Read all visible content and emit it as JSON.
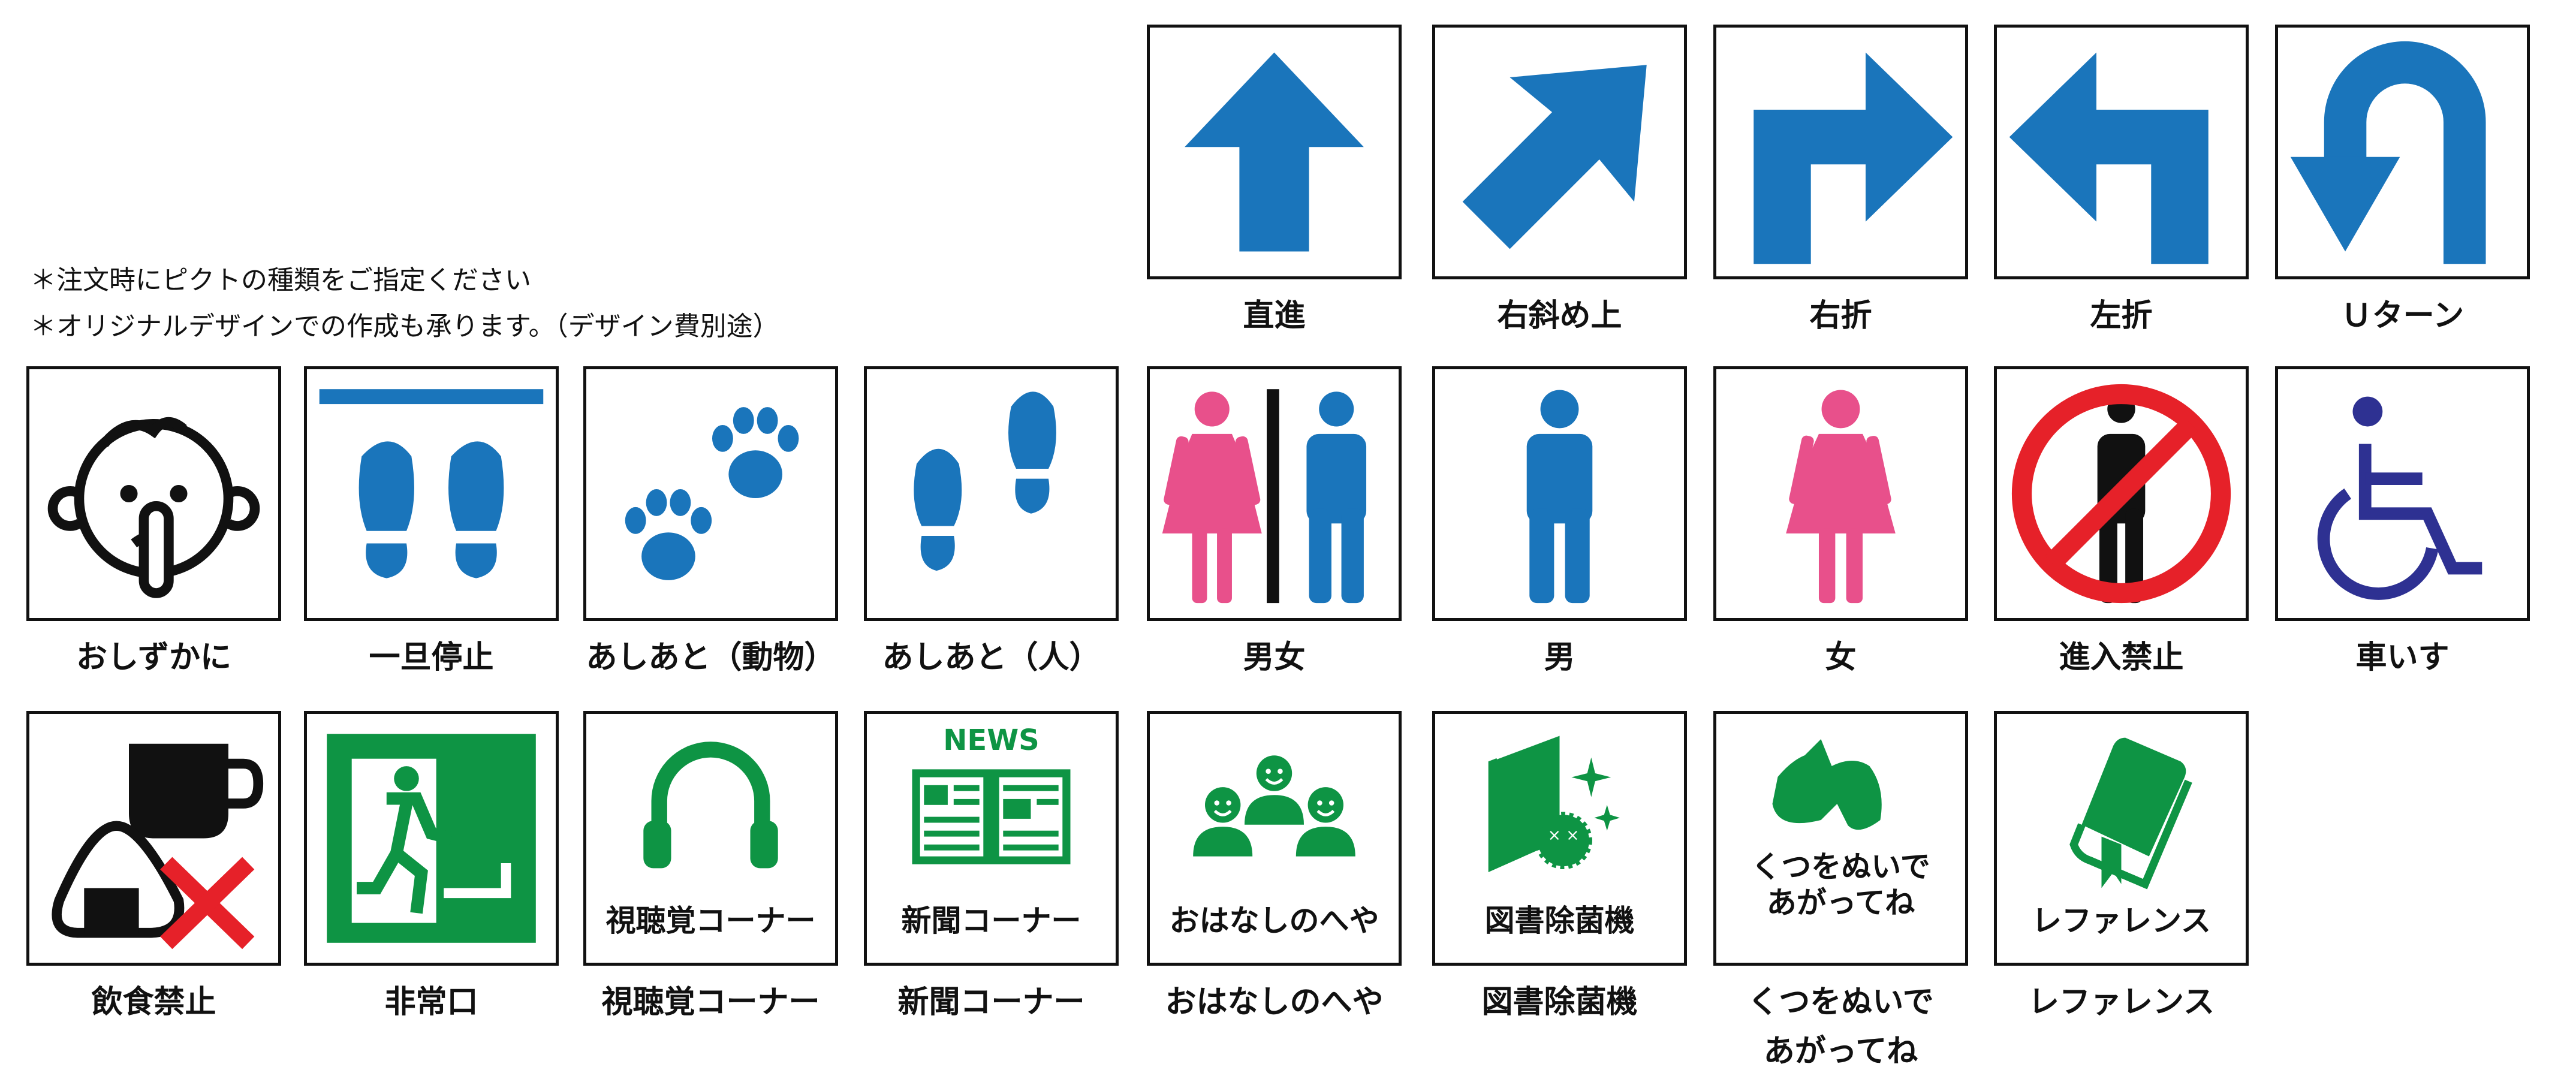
{
  "notes": [
    "＊注文時にピクトの種類をご指定ください",
    "＊オリジナルデザインでの作成も承ります。（デザイン費別途）"
  ],
  "colors": {
    "blue": "#1a75bb",
    "pink": "#e8508b",
    "green": "#0e9444",
    "red": "#e62129",
    "navy": "#2e3192",
    "black": "#111111"
  },
  "rows": [
    [
      {
        "label": "直進",
        "icon": "arrow-up-icon"
      },
      {
        "label": "右斜め上",
        "icon": "arrow-up-right-icon"
      },
      {
        "label": "右折",
        "icon": "arrow-turn-right-icon"
      },
      {
        "label": "左折",
        "icon": "arrow-turn-left-icon"
      },
      {
        "label": "Ｕターン",
        "icon": "u-turn-icon"
      }
    ],
    [
      {
        "label": "おしずかに",
        "icon": "shush-face-icon"
      },
      {
        "label": "一旦停止",
        "icon": "stop-footprints-icon"
      },
      {
        "label": "あしあと（動物）",
        "icon": "paw-prints-icon"
      },
      {
        "label": "あしあと（人）",
        "icon": "footprints-icon"
      },
      {
        "label": "男女",
        "icon": "restroom-icon"
      },
      {
        "label": "男",
        "icon": "man-icon"
      },
      {
        "label": "女",
        "icon": "woman-icon"
      },
      {
        "label": "進入禁止",
        "icon": "no-entry-icon"
      },
      {
        "label": "車いす",
        "icon": "wheelchair-icon"
      }
    ],
    [
      {
        "label": "飲食禁止",
        "icon": "no-food-icon"
      },
      {
        "label": "非常口",
        "icon": "emergency-exit-icon"
      },
      {
        "label": "視聴覚コーナー",
        "icon": "headphones-icon",
        "caption": "視聴覚コーナー"
      },
      {
        "label": "新聞コーナー",
        "icon": "newspaper-icon",
        "caption": "新聞コーナー",
        "badge": "NEWS"
      },
      {
        "label": "おはなしのへや",
        "icon": "storytelling-icon",
        "caption": "おはなしのへや"
      },
      {
        "label": "図書除菌機",
        "icon": "book-sanitizer-icon",
        "caption": "図書除菌機"
      },
      {
        "label": "くつをぬいで\nあがってね",
        "icon": "shoe-icon",
        "caption": "くつをぬいで\nあがってね"
      },
      {
        "label": "レファレンス",
        "icon": "reference-book-icon",
        "caption": "レファレンス"
      }
    ]
  ]
}
